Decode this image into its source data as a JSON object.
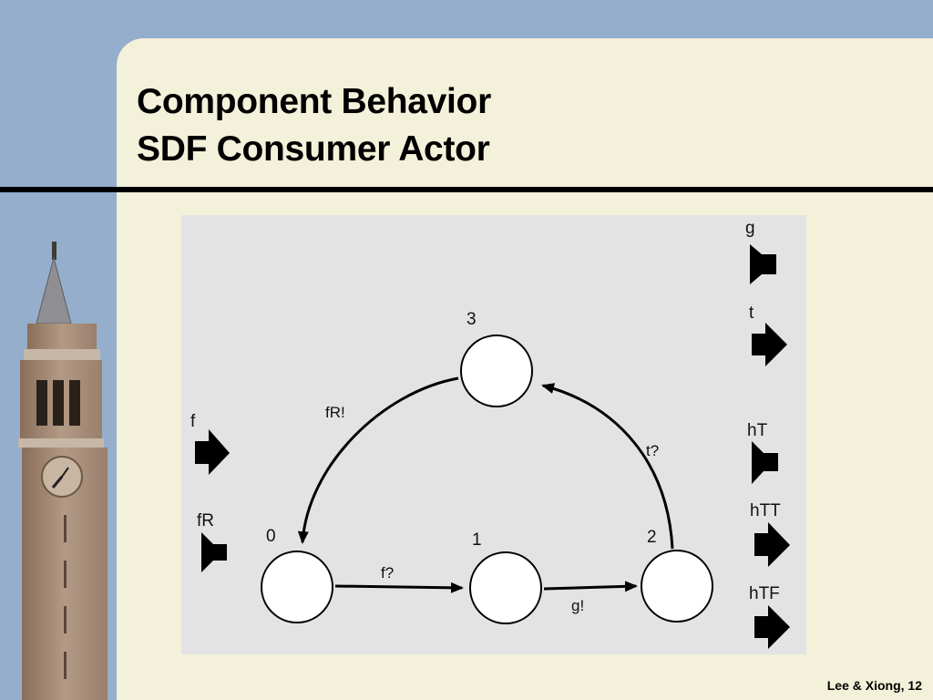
{
  "slide": {
    "title_line1": "Component Behavior",
    "title_line2": "SDF Consumer Actor",
    "footer": "Lee & Xiong, 12"
  },
  "colors": {
    "background": "#94aecb",
    "panel": "#f3f1d9",
    "diagram_bg": "#e3e3e3",
    "accent": "#000000"
  },
  "diagram": {
    "states": [
      {
        "id": "s0",
        "label": "0"
      },
      {
        "id": "s1",
        "label": "1"
      },
      {
        "id": "s2",
        "label": "2"
      },
      {
        "id": "s3",
        "label": "3"
      }
    ],
    "transitions": [
      {
        "id": "t01",
        "label": "f?"
      },
      {
        "id": "t12",
        "label": "g!"
      },
      {
        "id": "t23",
        "label": "t?"
      },
      {
        "id": "t30",
        "label": "fR!"
      }
    ],
    "input_ports": [
      {
        "id": "f",
        "label": "f"
      },
      {
        "id": "t",
        "label": "t"
      },
      {
        "id": "htt",
        "label": "hTT"
      },
      {
        "id": "htf",
        "label": "hTF"
      }
    ],
    "output_ports": [
      {
        "id": "fr",
        "label": "fR"
      },
      {
        "id": "g",
        "label": "g"
      },
      {
        "id": "ht",
        "label": "hT"
      }
    ]
  }
}
